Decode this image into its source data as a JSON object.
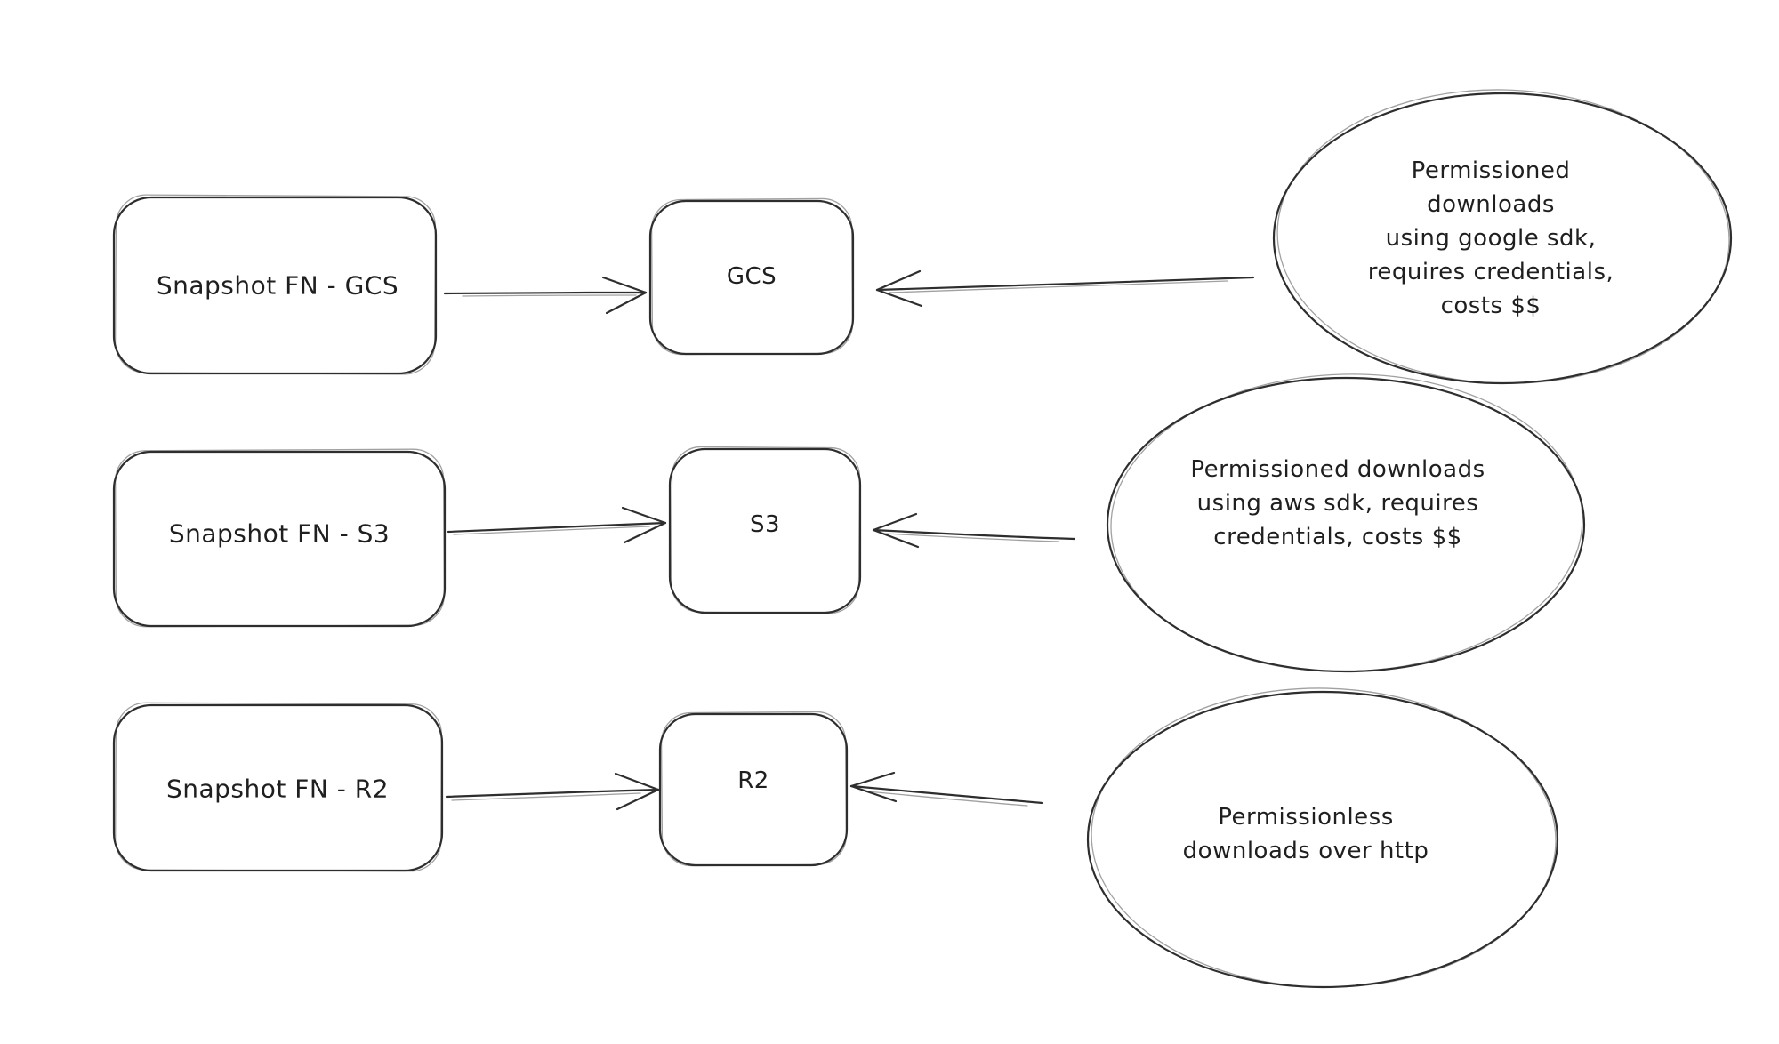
{
  "diagram": {
    "style": "hand-drawn-sketch",
    "background_color": "#ffffff",
    "stroke_color": "#2e2e2e",
    "text_color": "#1f1f1f",
    "rows": [
      {
        "source": "Snapshot FN - GCS",
        "target": "GCS",
        "note": "Permissioned downloads\nusing google sdk,\nrequires credentials,\ncosts $$"
      },
      {
        "source": "Snapshot FN - S3",
        "target": "S3",
        "note": "Permissioned downloads\nusing aws sdk, requires\ncredentials, costs $$"
      },
      {
        "source": "Snapshot FN - R2",
        "target": "R2",
        "note": "Permissionless\ndownloads over http"
      }
    ]
  }
}
